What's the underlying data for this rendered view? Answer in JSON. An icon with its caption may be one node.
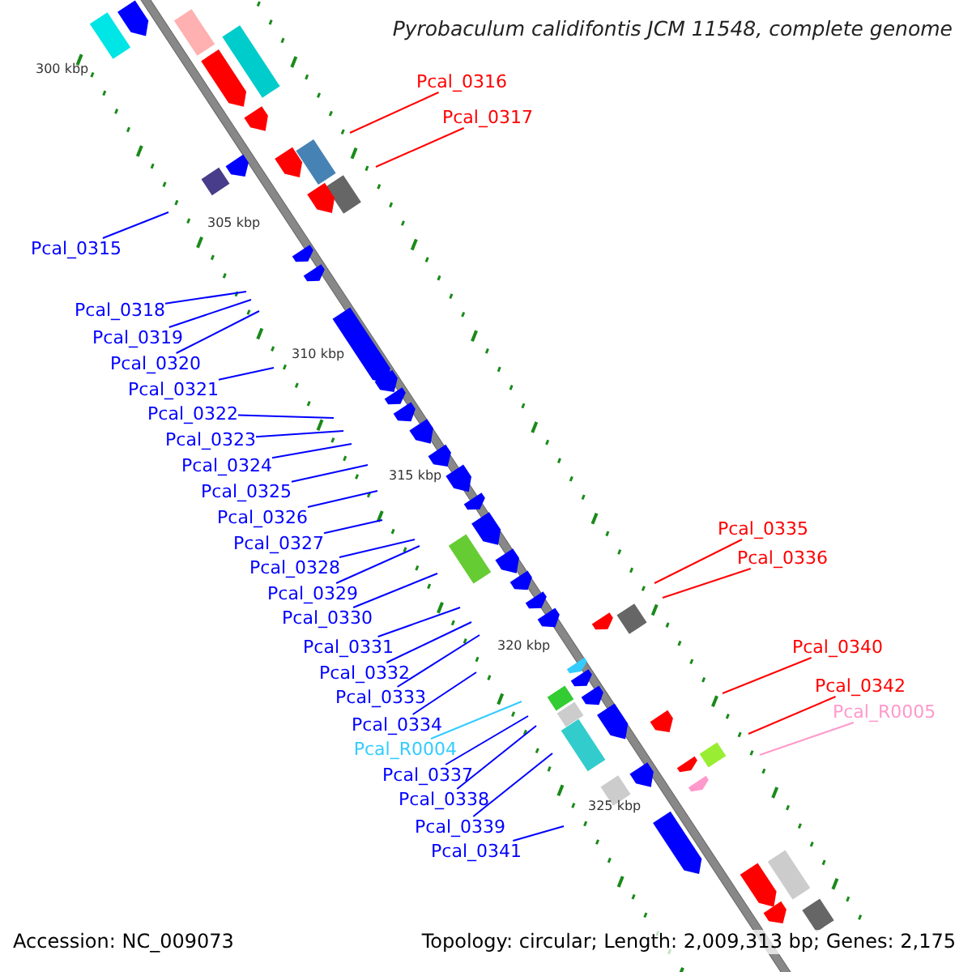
{
  "diagram": {
    "title": "Pyrobaculum calidifontis JCM 11548, complete genome",
    "nodes": [
      {
        "text": [
          "Pcal_0316"
        ]
      },
      {
        "text": [
          "Pcal_0317"
        ]
      },
      {
        "text": [
          "Pcal_0315"
        ]
      },
      {
        "text": [
          "Pcal_0318"
        ]
      },
      {
        "text": [
          "Pcal_0319"
        ]
      },
      {
        "text": [
          "Pcal_0320"
        ]
      },
      {
        "text": [
          "Pcal_0321"
        ]
      },
      {
        "text": [
          "Pcal_0322"
        ]
      },
      {
        "text": [
          "Pcal_0323"
        ]
      },
      {
        "text": [
          "Pcal_0324"
        ]
      },
      {
        "text": [
          "Pcal_0325"
        ]
      },
      {
        "text": [
          "Pcal_0326"
        ]
      },
      {
        "text": [
          "Pcal_0327"
        ]
      },
      {
        "text": [
          "Pcal_0328"
        ]
      },
      {
        "text": [
          "Pcal_0329"
        ]
      },
      {
        "text": [
          "Pcal_0330"
        ]
      },
      {
        "text": [
          "Pcal_0331"
        ]
      },
      {
        "text": [
          "Pcal_0332"
        ]
      },
      {
        "text": [
          "Pcal_0333"
        ]
      },
      {
        "text": [
          "Pcal_0334"
        ]
      },
      {
        "text": [
          "Pcal_R0004"
        ]
      },
      {
        "text": [
          "Pcal_0337"
        ]
      },
      {
        "text": [
          "Pcal_0338"
        ]
      },
      {
        "text": [
          "Pcal_0339"
        ]
      },
      {
        "text": [
          "Pcal_0341"
        ]
      },
      {
        "text": [
          "Pcal_0335"
        ]
      },
      {
        "text": [
          "Pcal_0336"
        ]
      },
      {
        "text": [
          "Pcal_0340"
        ]
      },
      {
        "text": [
          "Pcal_0342"
        ]
      },
      {
        "text": [
          "Pcal_R0005"
        ]
      }
    ],
    "edges": [
      {
        "from": 0,
        "to": null,
        "arrow": "none",
        "color": "#ff0000"
      },
      {
        "from": 1,
        "to": null,
        "arrow": "none",
        "color": "#ff0000"
      },
      {
        "from": 2,
        "to": null,
        "arrow": "none"
      },
      {
        "from": 3,
        "to": null,
        "arrow": "none"
      },
      {
        "from": 4,
        "to": null,
        "arrow": "none"
      },
      {
        "from": 5,
        "to": null,
        "arrow": "none"
      },
      {
        "from": 6,
        "to": null,
        "arrow": "none"
      },
      {
        "from": 7,
        "to": null,
        "arrow": "none"
      },
      {
        "from": 8,
        "to": null,
        "arrow": "none"
      },
      {
        "from": 9,
        "to": null,
        "arrow": "none"
      },
      {
        "from": 10,
        "to": null,
        "arrow": "none"
      },
      {
        "from": 11,
        "to": null,
        "arrow": "none"
      },
      {
        "from": 12,
        "to": null,
        "arrow": "none"
      },
      {
        "from": 13,
        "to": null,
        "arrow": "none"
      },
      {
        "from": 14,
        "to": null,
        "arrow": "none"
      },
      {
        "from": 15,
        "to": null,
        "arrow": "none"
      },
      {
        "from": 16,
        "to": null,
        "arrow": "none"
      },
      {
        "from": 17,
        "to": null,
        "arrow": "none"
      },
      {
        "from": 18,
        "to": null,
        "arrow": "none"
      },
      {
        "from": 19,
        "to": null,
        "arrow": "none"
      },
      {
        "from": 20,
        "to": null,
        "arrow": "none",
        "color": "#33ccff"
      },
      {
        "from": 21,
        "to": null,
        "arrow": "none"
      },
      {
        "from": 22,
        "to": null,
        "arrow": "none"
      },
      {
        "from": 23,
        "to": null,
        "arrow": "none"
      },
      {
        "from": 24,
        "to": null,
        "arrow": "none"
      },
      {
        "from": 25,
        "to": null,
        "arrow": "none",
        "color": "#ff0000"
      },
      {
        "from": 26,
        "to": null,
        "arrow": "none",
        "color": "#ff0000"
      },
      {
        "from": 27,
        "to": null,
        "arrow": "none",
        "color": "#ff0000"
      },
      {
        "from": 28,
        "to": null,
        "arrow": "none",
        "color": "#ff0000"
      },
      {
        "from": 29,
        "to": null,
        "arrow": "none",
        "color": "#ff99cc"
      }
    ],
    "labels": [
      "300 kbp",
      "305 kbp",
      "310 kbp",
      "315 kbp",
      "320 kbp",
      "325 kbp",
      "Accession: NC_009073",
      "Topology: circular; Length: 2,009,313 bp; Genes: 2,175"
    ]
  }
}
